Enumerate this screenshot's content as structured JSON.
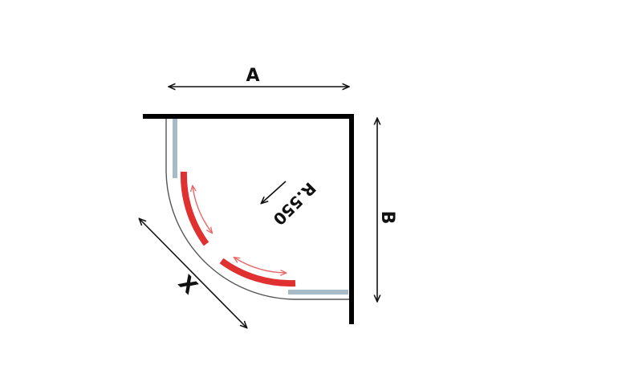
{
  "labels": {
    "width": "A",
    "depth": "B",
    "diagonal": "X",
    "radius": "R.550"
  },
  "colors": {
    "wall": "#000000",
    "fixed_panel": "#a7bcc6",
    "sliding_door": "#e03030",
    "slide_arrow": "#e86a6a",
    "dimension_line": "#111111",
    "tray_outline": "#555555"
  }
}
